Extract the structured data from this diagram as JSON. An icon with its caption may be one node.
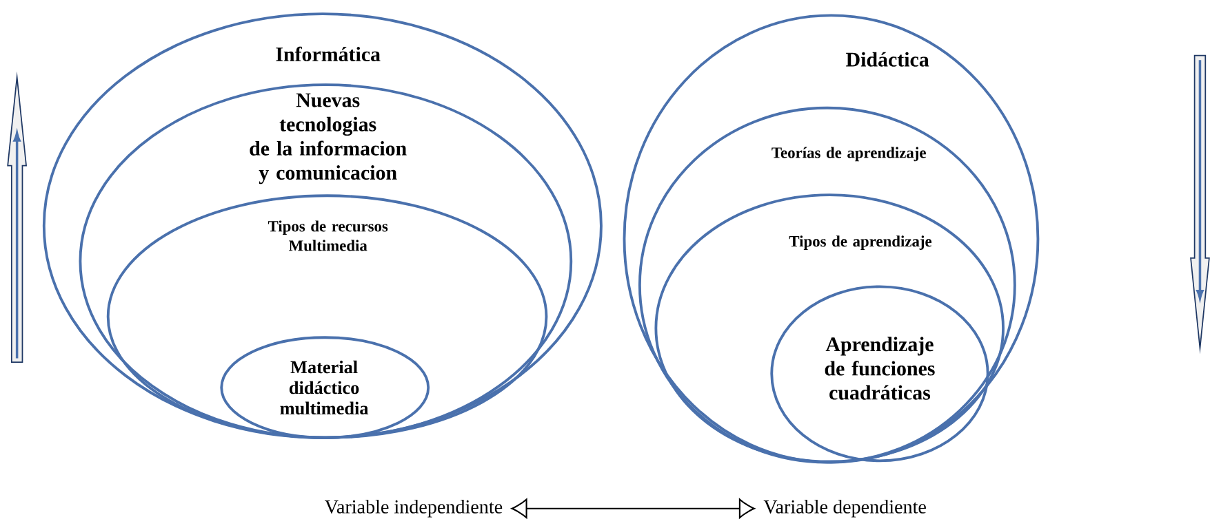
{
  "diagram": {
    "nodes": [
      {
        "text": [
          "Informática"
        ]
      },
      {
        "text": [
          "Nuevas tecnologias de la informacion y comunicacion"
        ],
        "in": 0
      },
      {
        "text": [
          "Tipos de recursos Multimedia"
        ],
        "in": 1
      },
      {
        "text": [
          "Material didáctico multimedia"
        ],
        "in": 2
      },
      {
        "text": [
          "Didáctica"
        ]
      },
      {
        "text": [
          "Teorías de aprendizaje"
        ],
        "in": 4
      },
      {
        "text": [
          "Tipos de aprendizaje"
        ],
        "in": 5
      },
      {
        "text": [
          "Aprendizaje de funciones cuadráticas"
        ],
        "in": 6
      },
      {
        "text": [
          "Variable independiente"
        ]
      },
      {
        "text": [
          "Variable dependiente"
        ]
      }
    ],
    "edges": [
      {
        "from": 8,
        "to": 9,
        "arrow": "both"
      }
    ]
  }
}
